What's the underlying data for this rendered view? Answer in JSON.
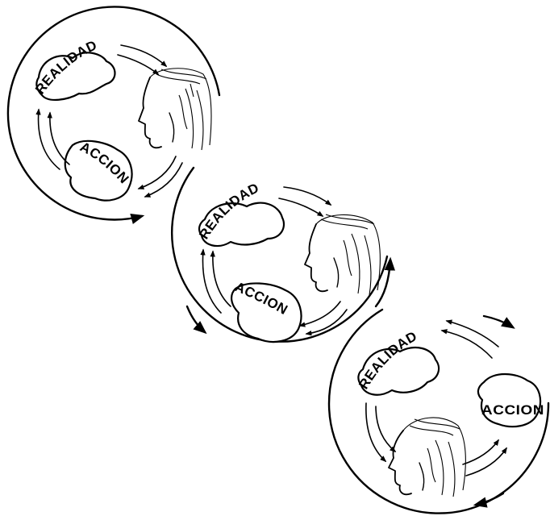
{
  "diagram": {
    "cycles": [
      {
        "reality_label": "REALIDAD",
        "action_label": "ACCION"
      },
      {
        "reality_label": "REALIDAD",
        "action_label": "ACCION"
      },
      {
        "reality_label": "REALIDAD",
        "action_label": "ACCION"
      }
    ]
  }
}
